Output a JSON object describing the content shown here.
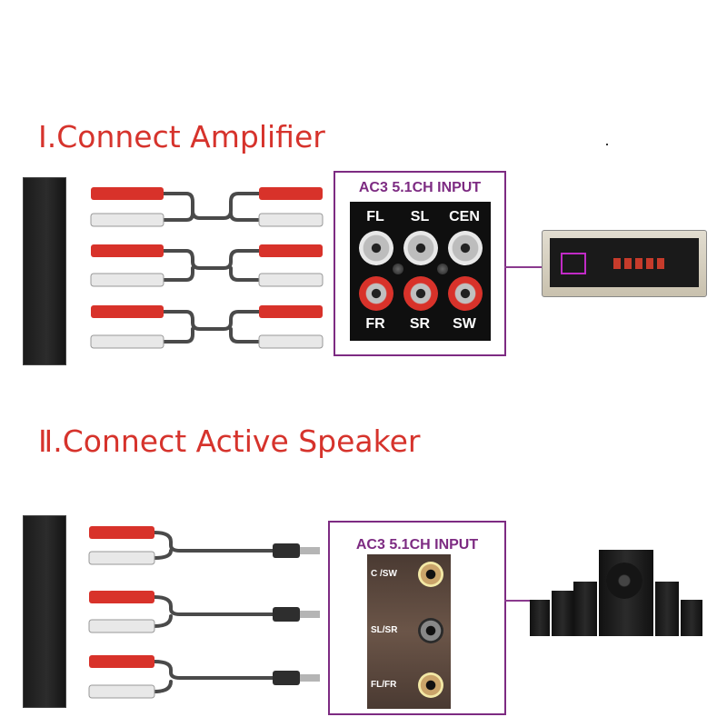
{
  "section1": {
    "heading": "Ⅰ.Connect Amplifier",
    "box_title": "AC3 5.1CH INPUT",
    "top_labels": [
      "FL",
      "SL",
      "CEN"
    ],
    "bottom_labels": [
      "FR",
      "SR",
      "SW"
    ]
  },
  "section2": {
    "heading": "Ⅱ.Connect Active Speaker",
    "box_title": "AC3 5.1CH INPUT",
    "jack_labels": [
      "C /SW",
      "SL/SR",
      "FL/FR"
    ]
  },
  "colors": {
    "heading": "#d6332c",
    "box_border": "#7d2b82",
    "rca_red": "#d8322a",
    "rca_white": "#e8e8e8",
    "cable": "#4a4a4a"
  }
}
